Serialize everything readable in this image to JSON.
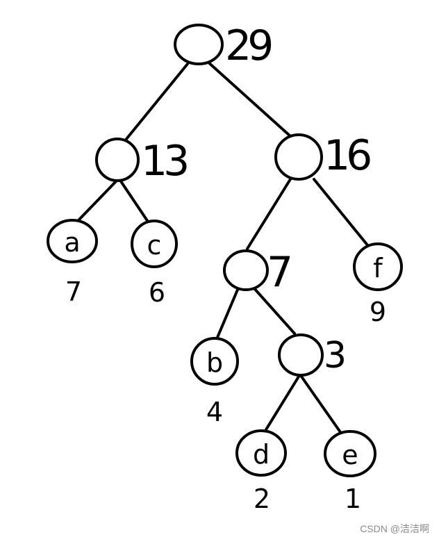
{
  "tree": {
    "internal_nodes": [
      {
        "id": "root",
        "weight": "29"
      },
      {
        "id": "n13",
        "weight": "13"
      },
      {
        "id": "n16",
        "weight": "16"
      },
      {
        "id": "n7",
        "weight": "7"
      },
      {
        "id": "n3",
        "weight": "3"
      }
    ],
    "leaves": [
      {
        "id": "a",
        "label": "a",
        "weight": "7"
      },
      {
        "id": "c",
        "label": "c",
        "weight": "6"
      },
      {
        "id": "b",
        "label": "b",
        "weight": "4"
      },
      {
        "id": "f",
        "label": "f",
        "weight": "9"
      },
      {
        "id": "d",
        "label": "d",
        "weight": "2"
      },
      {
        "id": "e",
        "label": "e",
        "weight": "1"
      }
    ],
    "edges": [
      [
        "root",
        "n13"
      ],
      [
        "root",
        "n16"
      ],
      [
        "n13",
        "a"
      ],
      [
        "n13",
        "c"
      ],
      [
        "n16",
        "n7"
      ],
      [
        "n16",
        "f"
      ],
      [
        "n7",
        "b"
      ],
      [
        "n7",
        "n3"
      ],
      [
        "n3",
        "d"
      ],
      [
        "n3",
        "e"
      ]
    ]
  },
  "watermark": "CSDN @洁洁啊"
}
